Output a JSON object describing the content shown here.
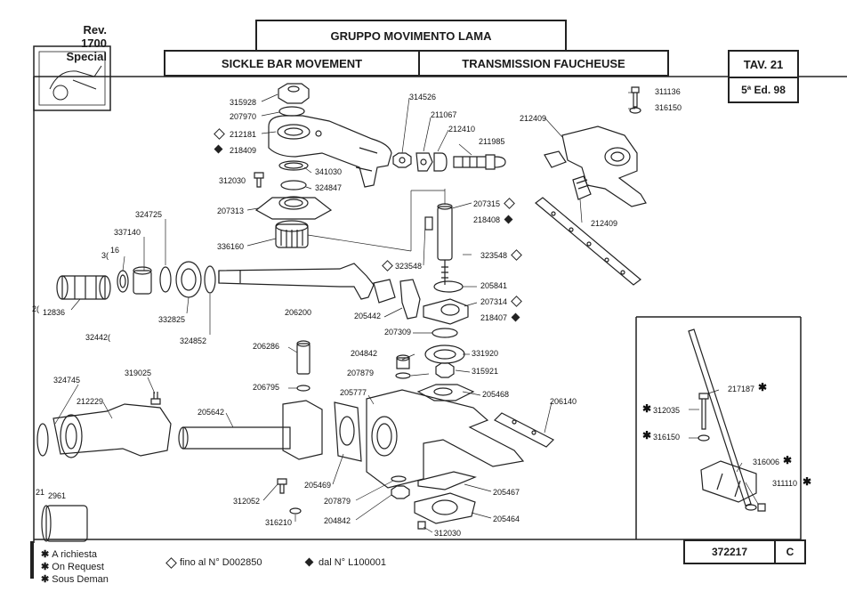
{
  "header": {
    "rev_line1": "Rev. 1700",
    "rev_line2": "Special",
    "title_it": "GRUPPO MOVIMENTO LAMA",
    "title_en": "SICKLE BAR MOVEMENT",
    "title_fr": "TRANSMISSION FAUCHEUSE",
    "table_no": "TAV. 21",
    "edition": "5ª Ed. 98"
  },
  "parts": {
    "p315928": "315928",
    "p207970": "207970",
    "p212181": "212181",
    "p218409": "218409",
    "p341030": "341030",
    "p312030a": "312030",
    "p324847": "324847",
    "p207313": "207313",
    "p336160": "336160",
    "p324725": "324725",
    "p337140": "337140",
    "p316": "16",
    "p3x": "3(",
    "p12836": "12836",
    "p2x": "2(",
    "p332825": "332825",
    "p324852": "324852",
    "p324421": "32442(",
    "p206200": "206200",
    "p314526": "314526",
    "p211067": "211067",
    "p212410": "212410",
    "p211985": "211985",
    "p207315": "207315",
    "p218408": "218408",
    "p323548a": "323548",
    "p323548b": "323548",
    "p205841": "205841",
    "p207314": "207314",
    "p205442": "205442",
    "p218407": "218407",
    "p207309": "207309",
    "p212409a": "212409",
    "p212409b": "212409",
    "p311136": "311136",
    "p316150a": "316150",
    "p206286": "206286",
    "p206795": "206795",
    "p204842a": "204842",
    "p207879a": "207879",
    "p331920": "331920",
    "p315921": "315921",
    "p205777": "205777",
    "p205468": "205468",
    "p206140": "206140",
    "p324745": "324745",
    "p319025": "319025",
    "p212229": "212229",
    "p205642": "205642",
    "p21x": "21",
    "p2961": "2961",
    "p205469": "205469",
    "p312052": "312052",
    "p207879b": "207879",
    "p316210": "316210",
    "p204842b": "204842",
    "p205467": "205467",
    "p205464": "205464",
    "p312030b": "312030",
    "p217187": "217187",
    "p312035": "312035",
    "p316150b": "316150",
    "p316006": "316006",
    "p311110": "311110"
  },
  "legend": {
    "asterisk_it": "A richiesta",
    "asterisk_en": "On Request",
    "asterisk_fr": "Sous Deman",
    "hollow_diamond_note": "fino al N° D002850",
    "filled_diamond_note": "dal N° L100001"
  },
  "footer": {
    "code": "372217",
    "rev_letter": "C"
  }
}
